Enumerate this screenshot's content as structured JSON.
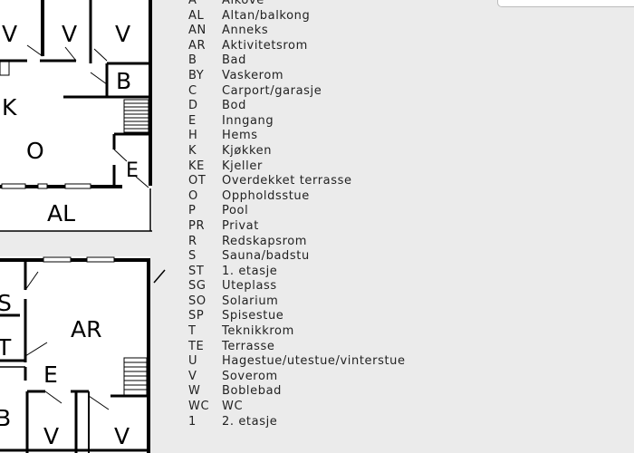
{
  "floorplan": {
    "top_labels": [
      "V",
      "V",
      "V",
      "B",
      "K",
      "O",
      "E",
      "AL"
    ],
    "bottom_labels": [
      "S",
      "T",
      "AR",
      "E",
      "B",
      "V",
      "V"
    ]
  },
  "legend": [
    {
      "code": "A",
      "label": "Alkove"
    },
    {
      "code": "AL",
      "label": "Altan/balkong"
    },
    {
      "code": "AN",
      "label": "Anneks"
    },
    {
      "code": "AR",
      "label": "Aktivitetsrom"
    },
    {
      "code": "B",
      "label": "Bad"
    },
    {
      "code": "BY",
      "label": "Vaskerom"
    },
    {
      "code": "C",
      "label": "Carport/garasje"
    },
    {
      "code": "D",
      "label": "Bod"
    },
    {
      "code": "E",
      "label": "Inngang"
    },
    {
      "code": "H",
      "label": "Hems"
    },
    {
      "code": "K",
      "label": "Kjøkken"
    },
    {
      "code": "KE",
      "label": "Kjeller"
    },
    {
      "code": "OT",
      "label": "Overdekket terrasse"
    },
    {
      "code": "O",
      "label": "Oppholdsstue"
    },
    {
      "code": "P",
      "label": "Pool"
    },
    {
      "code": "PR",
      "label": "Privat"
    },
    {
      "code": "R",
      "label": "Redskapsrom"
    },
    {
      "code": "S",
      "label": "Sauna/badstu"
    },
    {
      "code": "ST",
      "label": "1. etasje"
    },
    {
      "code": "SG",
      "label": "Uteplass"
    },
    {
      "code": "SO",
      "label": "Solarium"
    },
    {
      "code": "SP",
      "label": "Spisestue"
    },
    {
      "code": "T",
      "label": "Teknikkrom"
    },
    {
      "code": "TE",
      "label": "Terrasse"
    },
    {
      "code": "U",
      "label": "Hagestue/utestue/vinterstue"
    },
    {
      "code": "V",
      "label": "Soverom"
    },
    {
      "code": "W",
      "label": "Boblebad"
    },
    {
      "code": "WC",
      "label": "WC"
    },
    {
      "code": "1",
      "label": "2. etasje"
    }
  ]
}
